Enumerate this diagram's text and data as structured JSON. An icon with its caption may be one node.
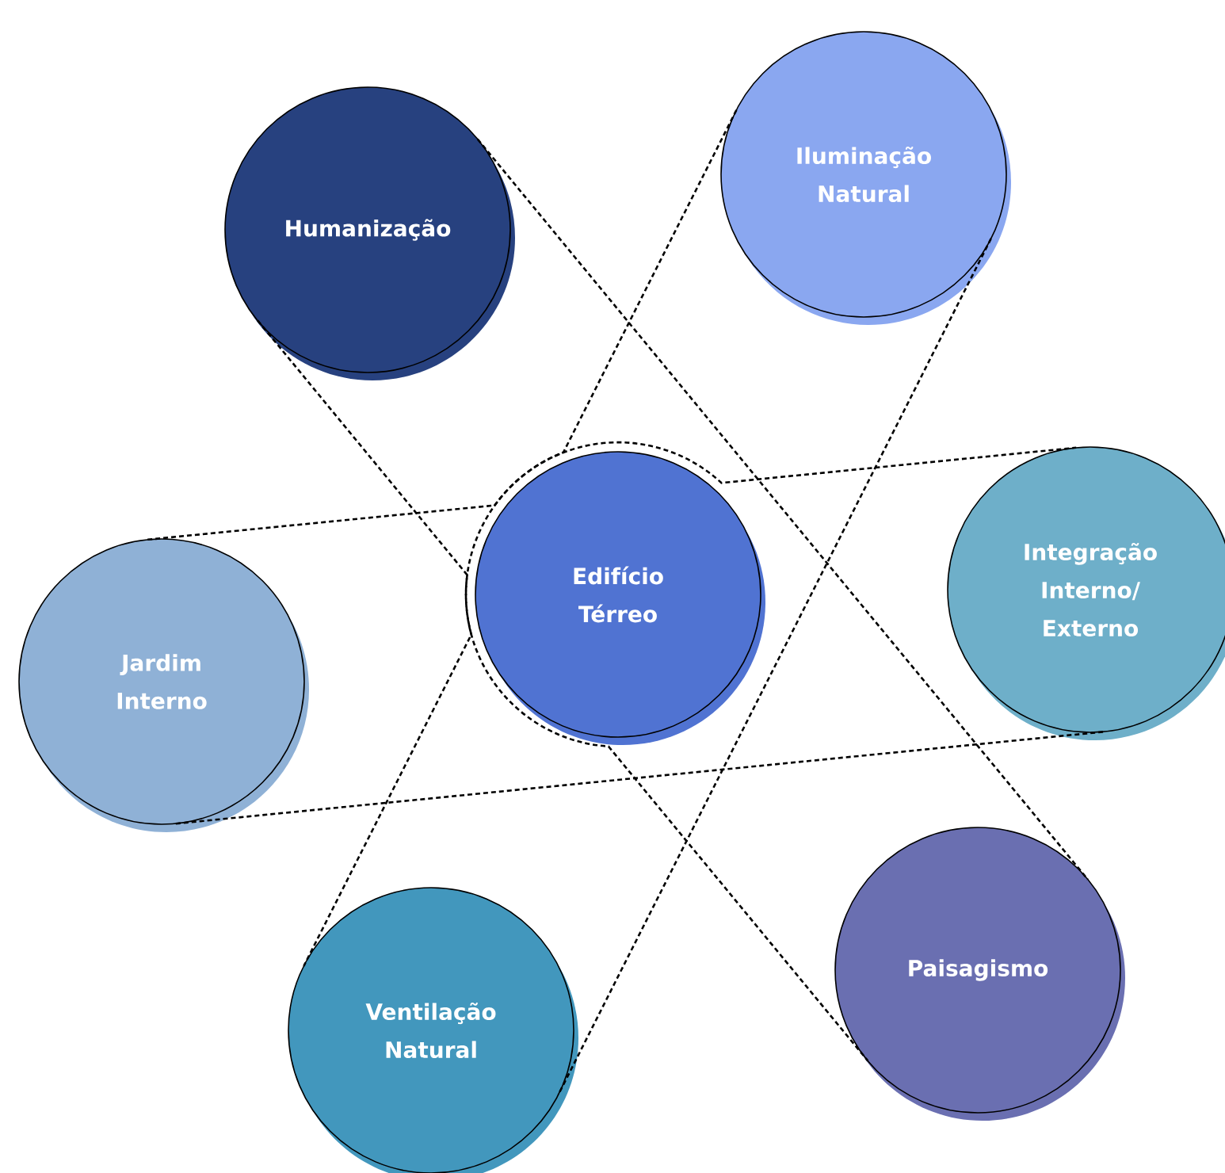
{
  "diagram": {
    "nodes": [
      {
        "text": [
          "Humanização"
        ]
      },
      {
        "text": [
          "Iluminação Natural"
        ]
      },
      {
        "text": [
          "Edifício Térreo"
        ]
      },
      {
        "text": [
          "Integração Interno/ Externo"
        ]
      },
      {
        "text": [
          "Jardim Interno"
        ]
      },
      {
        "text": [
          "Ventilação Natural"
        ]
      },
      {
        "text": [
          "Paisagismo"
        ]
      }
    ],
    "edges": [
      {
        "from": 0,
        "to": 6,
        "arrow": "none",
        "style": "dashed"
      },
      {
        "from": 0,
        "to": 6,
        "arrow": "none",
        "style": "dashed"
      },
      {
        "from": 1,
        "to": 5,
        "arrow": "none",
        "style": "dashed"
      },
      {
        "from": 1,
        "to": 5,
        "arrow": "none",
        "style": "dashed"
      },
      {
        "from": 4,
        "to": 3,
        "arrow": "none",
        "style": "dashed"
      },
      {
        "from": 4,
        "to": 3,
        "arrow": "none",
        "style": "dashed"
      }
    ]
  }
}
